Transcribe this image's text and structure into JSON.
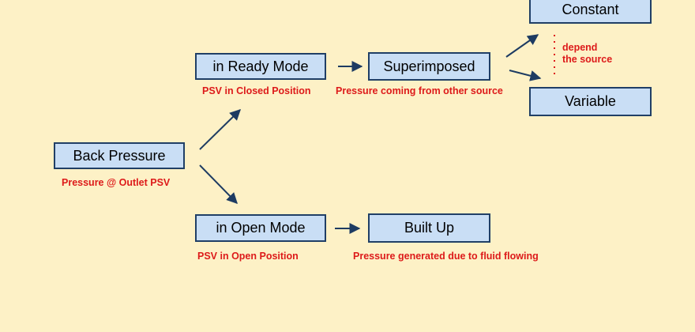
{
  "colors": {
    "background": "#fdf1c6",
    "box_fill": "#c9def5",
    "box_border": "#203f66",
    "arrow": "#1d3b62",
    "caption_text": "#dd1a1a"
  },
  "nodes": {
    "back_pressure": "Back Pressure",
    "ready_mode": "in Ready Mode",
    "open_mode": "in Open Mode",
    "superimposed": "Superimposed",
    "built_up": "Built Up",
    "constant": "Constant",
    "variable": "Variable"
  },
  "captions": {
    "back_pressure": "Pressure @ Outlet PSV",
    "ready_mode": "PSV in Closed Position",
    "open_mode": "PSV in Open Position",
    "superimposed": "Pressure coming from other source",
    "built_up": "Pressure generated due to fluid flowing",
    "depend_line1": "depend",
    "depend_line2": "the source"
  },
  "edges": [
    {
      "from": "back_pressure",
      "to": "ready_mode"
    },
    {
      "from": "back_pressure",
      "to": "open_mode"
    },
    {
      "from": "ready_mode",
      "to": "superimposed"
    },
    {
      "from": "open_mode",
      "to": "built_up"
    },
    {
      "from": "superimposed",
      "to": "constant"
    },
    {
      "from": "superimposed",
      "to": "variable"
    }
  ]
}
